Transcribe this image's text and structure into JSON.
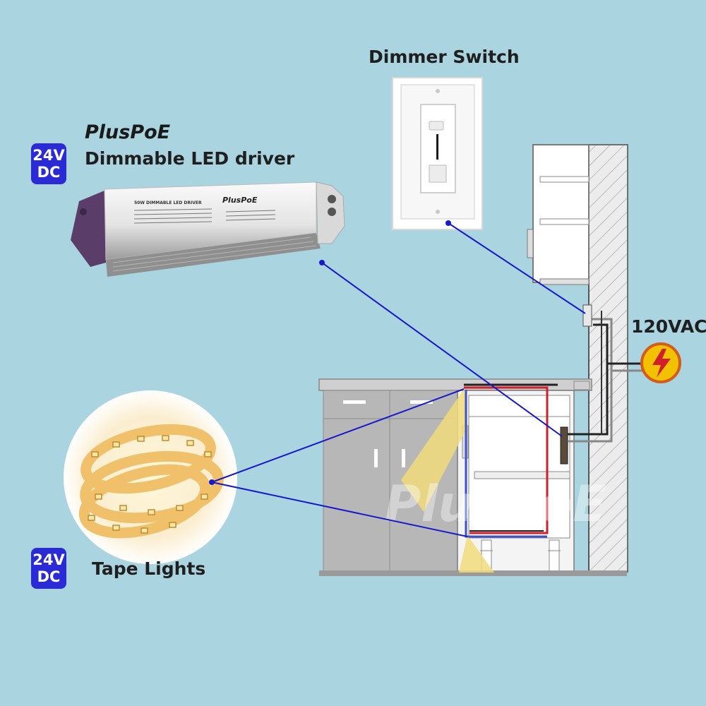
{
  "brand": {
    "name": "PlusPoE",
    "watermark": "PlusPoE"
  },
  "driver": {
    "badge_line1": "24V",
    "badge_line2": "DC",
    "title": "Dimmable LED driver",
    "label_heading": "50W DIMMABLE LED DRIVER",
    "label_brand": "PlusPoE"
  },
  "dimmer": {
    "title": "Dimmer Switch"
  },
  "power": {
    "label": "120VAC",
    "icon": "lightning-icon"
  },
  "tape": {
    "badge_line1": "24V",
    "badge_line2": "DC",
    "title": "Tape Lights"
  },
  "colors": {
    "background": "#a9d4e0",
    "badge": "#2a2ad6",
    "connector": "#1818cc",
    "warning": "#f2c200"
  }
}
